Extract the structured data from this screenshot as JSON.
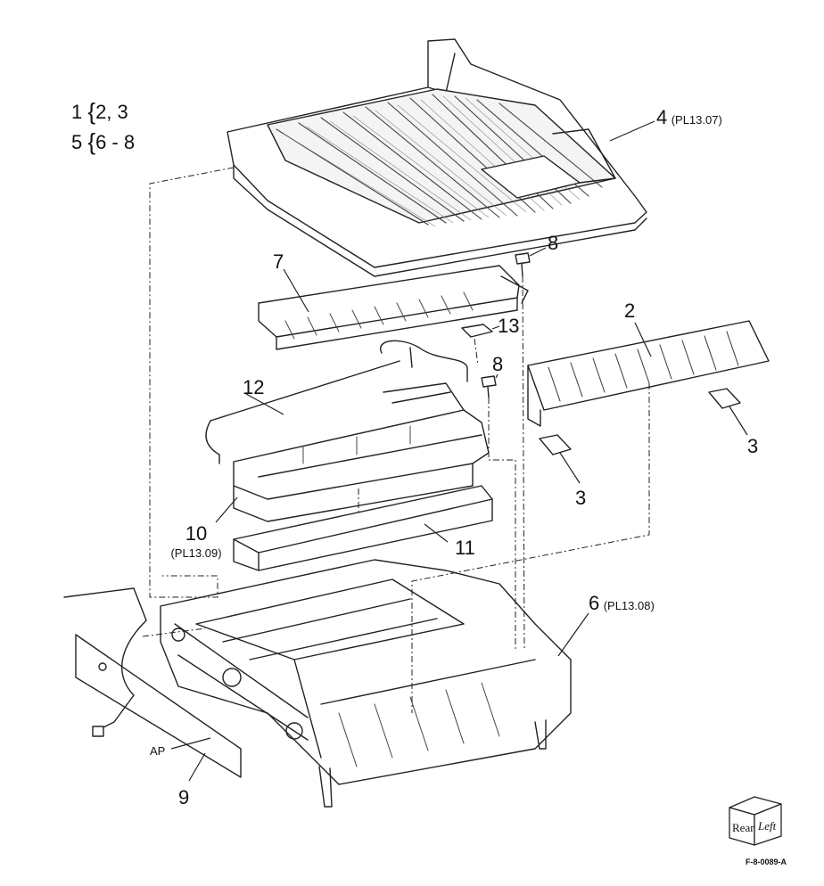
{
  "legend": [
    {
      "parent": "1",
      "brace": "{",
      "children": "2, 3"
    },
    {
      "parent": "5",
      "brace": "{",
      "children": "6 - 8"
    }
  ],
  "callouts": {
    "p1": {
      "num": "4",
      "ref": "(PL13.07)"
    },
    "p2": {
      "num": "8"
    },
    "p3": {
      "num": "7"
    },
    "p4": {
      "num": "2"
    },
    "p5": {
      "num": "13"
    },
    "p6": {
      "num": "8"
    },
    "p7": {
      "num": "12"
    },
    "p8": {
      "num": "3"
    },
    "p9": {
      "num": "3"
    },
    "p10": {
      "num": "10",
      "ref": "(PL13.09)"
    },
    "p11": {
      "num": "11"
    },
    "p12": {
      "num": "6",
      "ref": "(PL13.08)"
    },
    "p13": {
      "num": "AP"
    },
    "p14": {
      "num": "9"
    }
  },
  "orientation_cube": {
    "front": "Rear",
    "side": "Left"
  },
  "figure_id": "F-8-0089-A"
}
